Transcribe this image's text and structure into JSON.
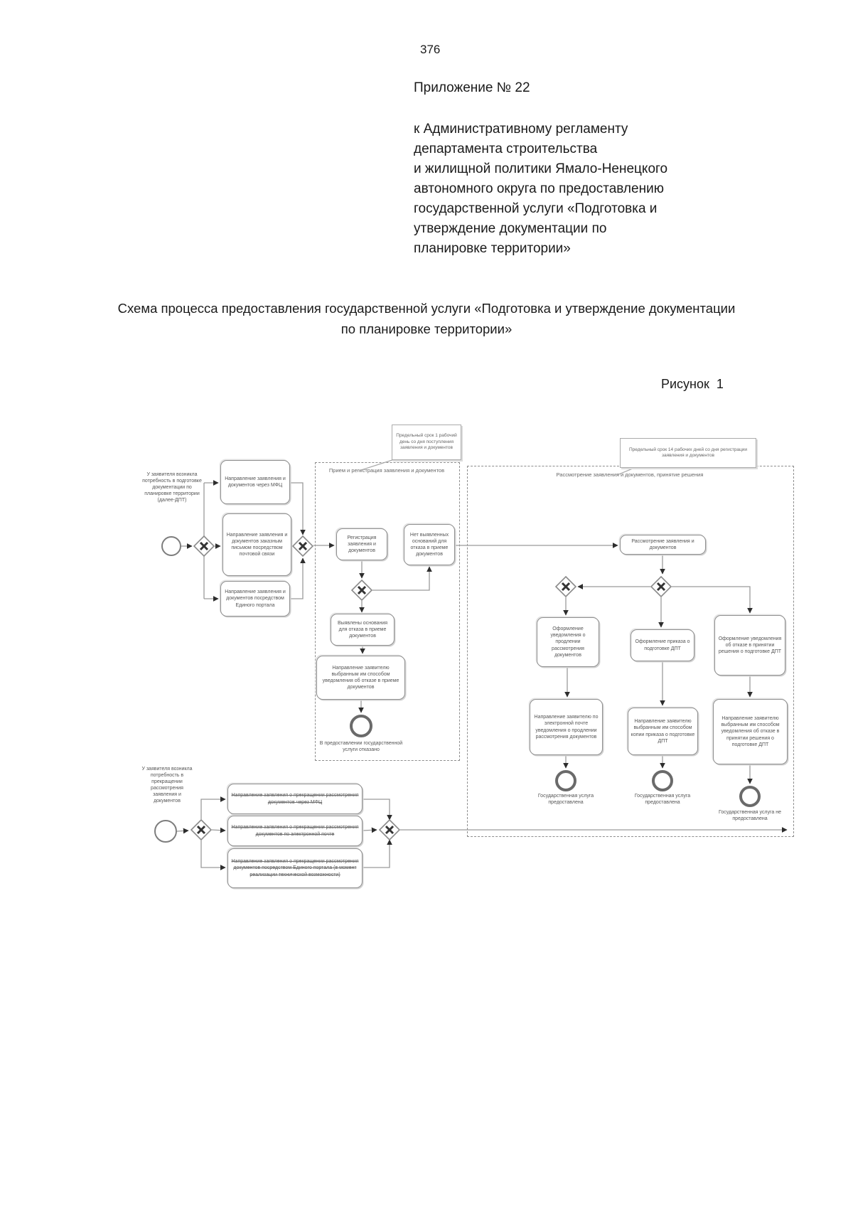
{
  "page": {
    "page_number": "376",
    "appendix_title": "Приложение № 22",
    "appendix_lines": [
      "к Административному регламенту",
      "департамента строительства",
      "и жилищной политики Ямало-Ненецкого",
      "автономного округа по предоставлению",
      "государственной услуги «Подготовка и",
      "утверждение документации по",
      "планировке территории»"
    ],
    "scheme_title": "Схема процесса предоставления государственной услуги «Подготовка и утверждение документации по планировке территории»",
    "figure_label": "Рисунок  1"
  },
  "diagram": {
    "note_left": "Предельный срок 1 рабочий день со дня поступления заявления и документов",
    "note_right": "Предельный срок 14 рабочих дней со дня регистрации заявления и документов",
    "start_request": "У заявителя возникла потребность в подготовке документации по планировке территории (далее-ДПТ)",
    "channel_mfc": "Направление заявления и документов через МФЦ",
    "channel_mail": "Направление заявления и документов заказным письмом посредством почтовой связи",
    "channel_portal": "Направление заявления и документов посредством Единого портала",
    "lane_reception": {
      "title": "Прием и регистрация заявления и документов",
      "register": "Регистрация заявления и документов",
      "no_grounds": "Нет выявленных оснований для отказа в приеме документов",
      "grounds_found": "Выявлены основания для отказа в приеме документов",
      "refusal_notice": "Направление заявителю выбранным им способом уведомления об отказе в приеме документов",
      "end_refused": "В предоставлении государственной услуги отказано"
    },
    "lane_review": {
      "title": "Рассмотрение заявления и документов, принятие решения",
      "review": "Рассмотрение заявления и документов",
      "extend_notice": "Оформление уведомления о продлении рассмотрения документов",
      "order": "Оформление приказа о подготовке ДПТ",
      "refuse_decision": "Оформление уведомления об отказе в принятии решения о подготовке ДПТ",
      "send_extend": "Направление заявителю по электронной почте уведомления о продлении рассмотрения документов",
      "send_order": "Направление заявителю выбранным им способом копии приказа о подготовке ДПТ",
      "send_refusal": "Направление заявителю выбранным им способом уведомления об отказе в принятии решения о подготовке ДПТ",
      "end_provided_1": "Государственная услуга предоставлена",
      "end_provided_2": "Государственная услуга предоставлена",
      "end_not_provided": "Государственная услуга не предоставлена"
    },
    "start_cancel": "У заявителя возникла потребность в прекращении рассмотрения заявления и документов",
    "cancel_mfc": "Направление заявления о прекращении рассмотрения документов через МФЦ",
    "cancel_email": "Направление заявления о прекращении рассмотрения документов по электронной почте",
    "cancel_portal": "Направление заявления о прекращении рассмотрения документов посредством Единого портала (в момент реализации технической возможности)"
  }
}
